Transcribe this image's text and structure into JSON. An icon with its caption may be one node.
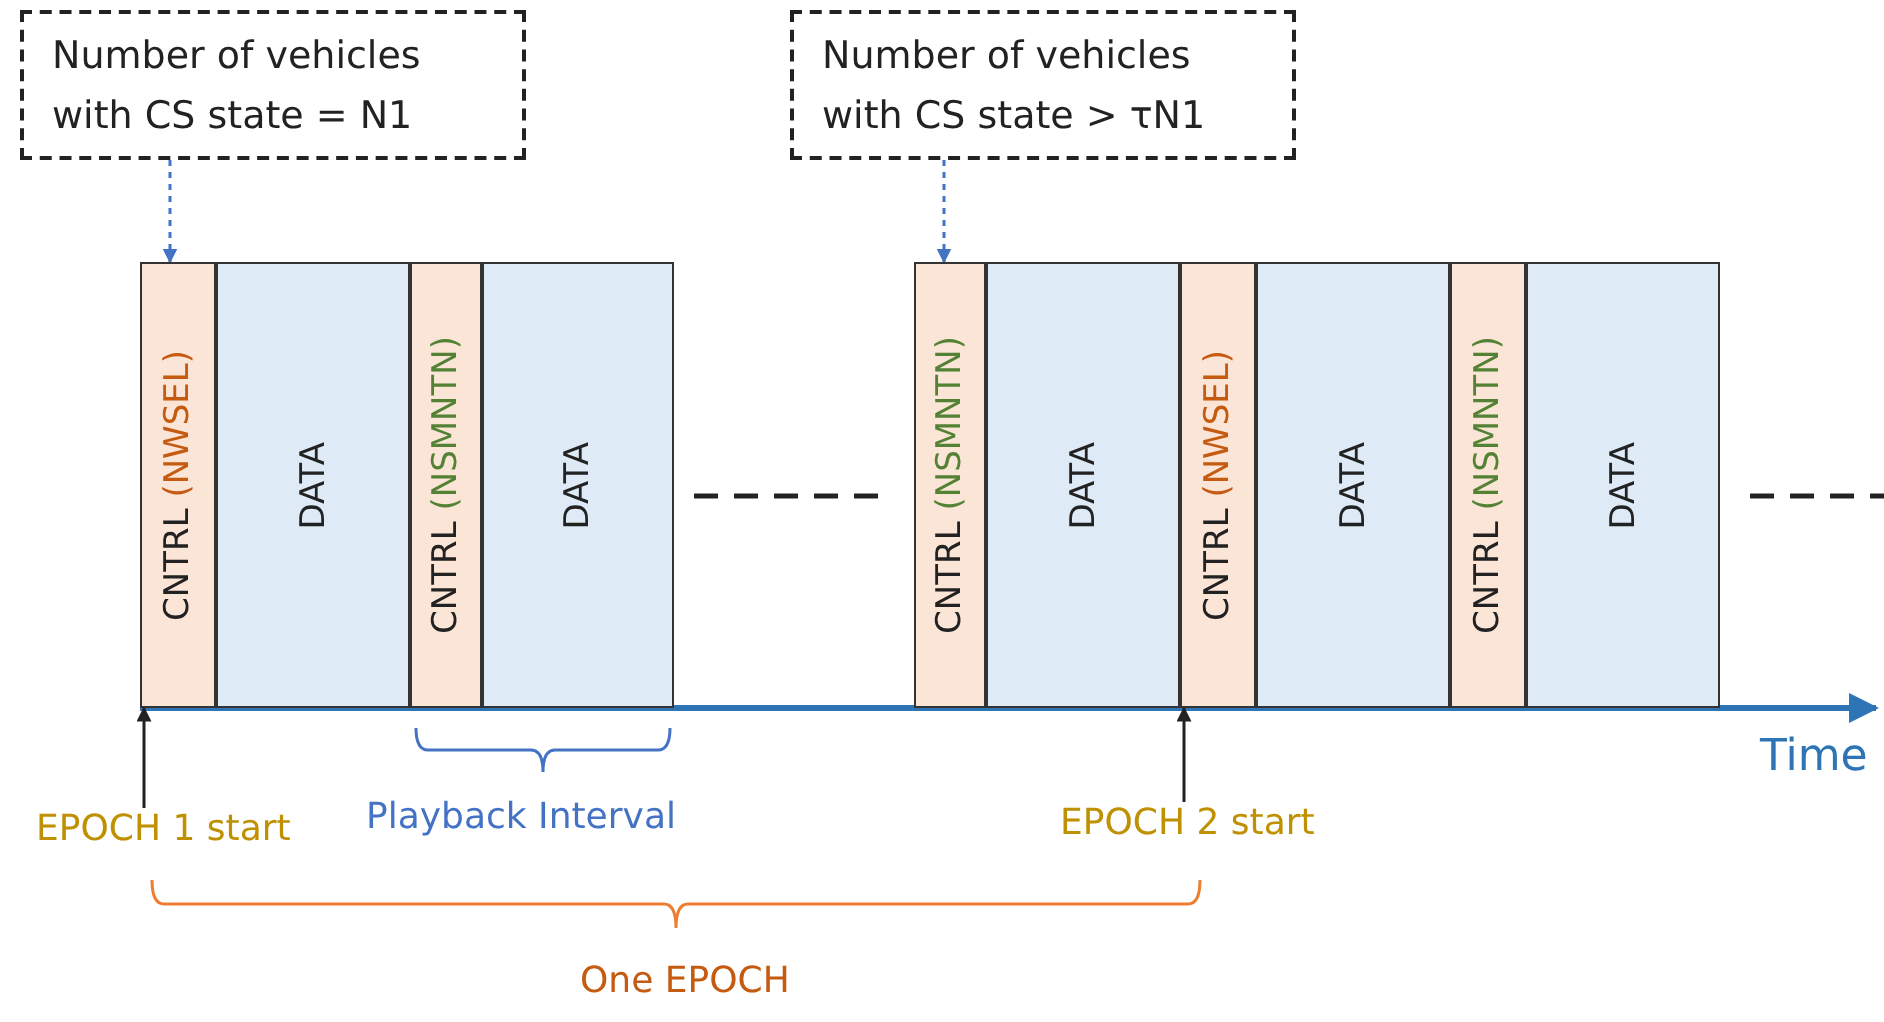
{
  "diagram": {
    "nodes": [
      {
        "text": [
          "Number of vehicles with CS state = N1"
        ]
      },
      {
        "text": [
          "Number of vehicles with CS state > τN1"
        ]
      },
      {
        "text": [
          "CNTRL (NWSEL)"
        ]
      },
      {
        "text": [
          "DATA"
        ]
      },
      {
        "text": [
          "CNTRL (NSMNTN)"
        ]
      },
      {
        "text": [
          "DATA"
        ]
      },
      {
        "text": [
          "CNTRL (NSMNTN)"
        ]
      },
      {
        "text": [
          "DATA"
        ]
      },
      {
        "text": [
          "CNTRL (NWSEL)"
        ]
      },
      {
        "text": [
          "DATA"
        ]
      },
      {
        "text": [
          "CNTRL (NSMNTN)"
        ]
      },
      {
        "text": [
          "DATA"
        ]
      },
      {
        "text": [
          "EPOCH 1 start"
        ]
      },
      {
        "text": [
          "EPOCH 2 start"
        ]
      }
    ],
    "edges": [
      {
        "from": 0,
        "to": 2,
        "arrow": "to",
        "style": "dashed",
        "color": "#4472c4"
      },
      {
        "from": 1,
        "to": 6,
        "arrow": "to",
        "style": "dashed",
        "color": "#4472c4"
      },
      {
        "from": 12,
        "to": 2,
        "arrow": "to",
        "color": "#222222"
      },
      {
        "from": 13,
        "to": 8,
        "arrow": "to",
        "color": "#222222"
      }
    ],
    "labels": [
      "Time",
      "Playback Interval",
      "One EPOCH"
    ]
  }
}
